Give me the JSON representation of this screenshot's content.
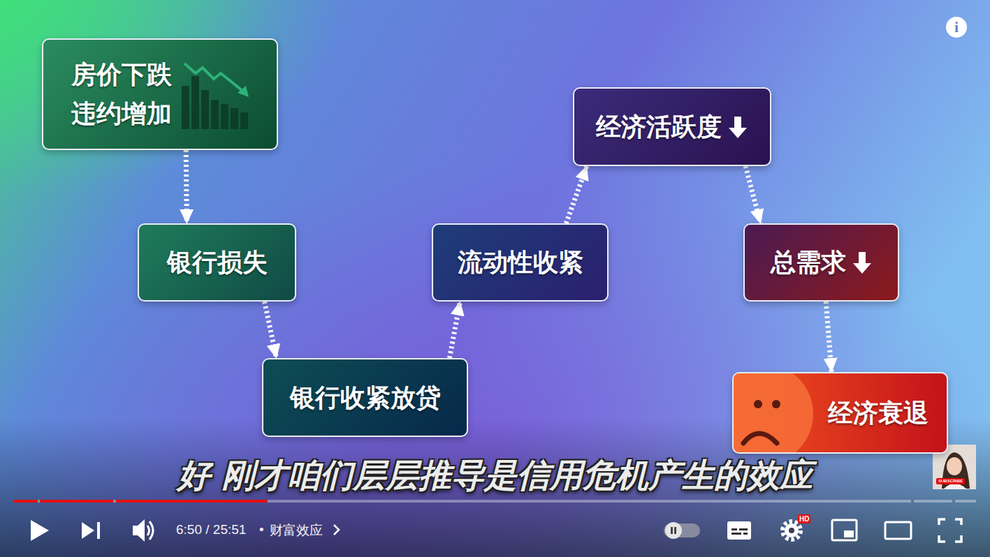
{
  "diagram": {
    "nodes": [
      {
        "text": [
          "房价下跌 违约增加"
        ]
      },
      {
        "text": [
          "银行损失"
        ]
      },
      {
        "text": [
          "银行收紧放贷"
        ]
      },
      {
        "text": [
          "流动性收紧"
        ]
      },
      {
        "text": [
          "经济活跃度"
        ]
      },
      {
        "text": [
          "总需求"
        ]
      },
      {
        "text": [
          "经济衰退"
        ]
      }
    ],
    "edges": [
      {
        "from": 0,
        "to": 1,
        "arrow": "to"
      },
      {
        "from": 1,
        "to": 2,
        "arrow": "to"
      },
      {
        "from": 2,
        "to": 3,
        "arrow": "to"
      },
      {
        "from": 3,
        "to": 4,
        "arrow": "to"
      },
      {
        "from": 4,
        "to": 5,
        "arrow": "to"
      },
      {
        "from": 5,
        "to": 6,
        "arrow": "to"
      }
    ],
    "labels": [
      "i",
      "好 刚才咱们层层推导是信用危机产生的效应",
      "6:50 / 25:51",
      "•",
      "财富效应",
      "HD",
      "SUBSCRIBE"
    ]
  }
}
